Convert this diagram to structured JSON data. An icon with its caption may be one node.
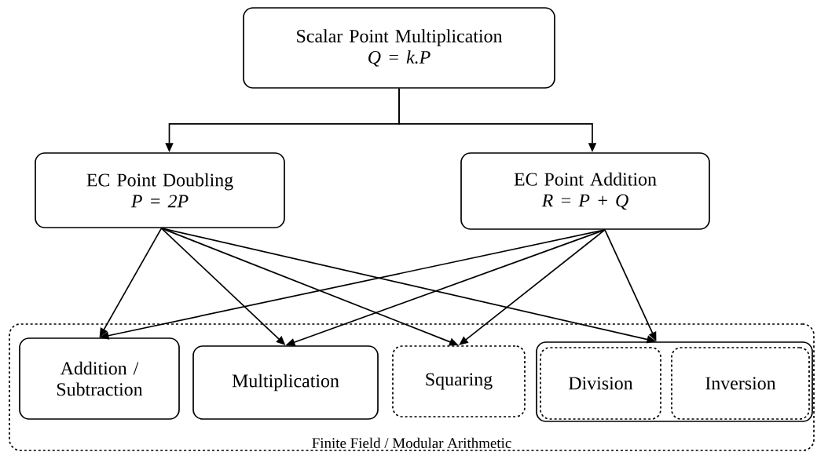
{
  "diagram": {
    "nodes": [
      {
        "text": [
          "Scalar Point Multiplication",
          "Q = k.P"
        ]
      },
      {
        "text": [
          "EC Point Doubling",
          "P = 2P"
        ]
      },
      {
        "text": [
          "EC Point Addition",
          "R = P + Q"
        ]
      },
      {
        "text": [
          "Finite Field / Modular Arithmetic"
        ]
      },
      {
        "text": [
          "Addition / Subtraction"
        ],
        "in": 3
      },
      {
        "text": [
          "Multiplication"
        ],
        "in": 3
      },
      {
        "text": [
          "Squaring"
        ],
        "in": 3
      },
      {
        "text": [],
        "shape": "box",
        "in": 3
      },
      {
        "text": [
          "Division"
        ],
        "in": 7
      },
      {
        "text": [
          "Inversion"
        ],
        "in": 7
      }
    ],
    "edges": [
      {
        "from": 0,
        "to": 1,
        "arrow": "to"
      },
      {
        "from": 0,
        "to": 2,
        "arrow": "to"
      },
      {
        "from": 1,
        "to": 4,
        "arrow": "to"
      },
      {
        "from": 1,
        "to": 5,
        "arrow": "to"
      },
      {
        "from": 1,
        "to": 6,
        "arrow": "to"
      },
      {
        "from": 1,
        "to": 7,
        "arrow": "to"
      },
      {
        "from": 2,
        "to": 4,
        "arrow": "to"
      },
      {
        "from": 2,
        "to": 5,
        "arrow": "to"
      },
      {
        "from": 2,
        "to": 6,
        "arrow": "to"
      },
      {
        "from": 2,
        "to": 7,
        "arrow": "to"
      }
    ]
  }
}
